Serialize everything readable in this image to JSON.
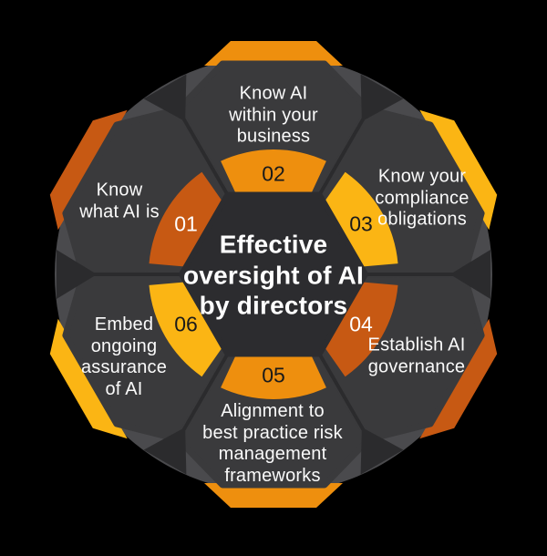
{
  "diagram": {
    "center_title": "Effective\noversight of AI\nby directors",
    "segments": [
      {
        "number": "01",
        "label": "Know\nwhat AI is",
        "color": "#C75913",
        "number_text_color": "#FFFFFF"
      },
      {
        "number": "02",
        "label": "Know AI\nwithin your\nbusiness",
        "color": "#EE8F0E",
        "number_text_color": "#1A1A1A"
      },
      {
        "number": "03",
        "label": "Know your\ncompliance\nobligations",
        "color": "#FBB514",
        "number_text_color": "#1A1A1A"
      },
      {
        "number": "04",
        "label": "Establish AI\ngovernance",
        "color": "#C75913",
        "number_text_color": "#FFFFFF"
      },
      {
        "number": "05",
        "label": "Alignment to\nbest practice risk\nmanagement\nframeworks",
        "color": "#EE8F0E",
        "number_text_color": "#1A1A1A"
      },
      {
        "number": "06",
        "label": "Embed\nongoing\nassurance\nof AI",
        "color": "#FBB514",
        "number_text_color": "#1A1A1A"
      }
    ],
    "palette": {
      "background": "#000000",
      "disc": "#4A4A4D",
      "tile": "#3A3A3C",
      "seam": "#2B2B2D",
      "center_hexagon": "#2C2C2F",
      "label_text": "#FAFAFA",
      "title_text": "#FFFFFF"
    }
  }
}
